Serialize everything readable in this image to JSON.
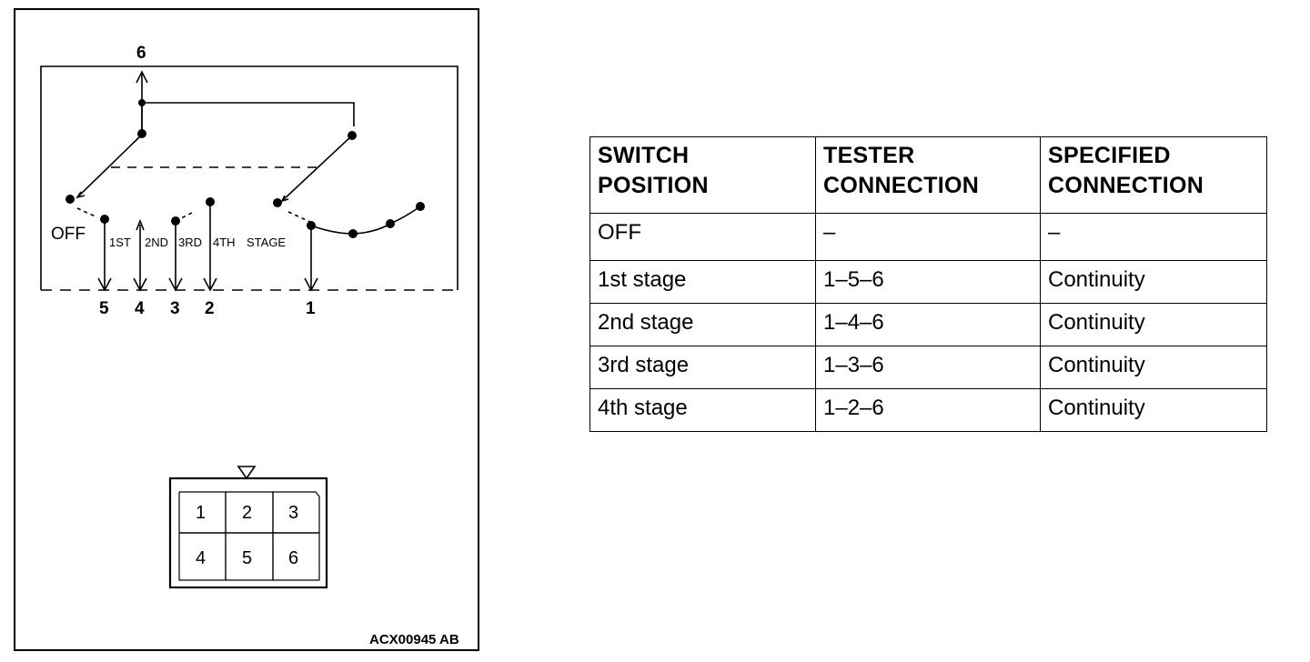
{
  "diagram": {
    "terminal_labels": [
      "6",
      "5",
      "4",
      "3",
      "2",
      "1"
    ],
    "position_labels": [
      "OFF",
      "1ST",
      "2ND",
      "3RD",
      "4TH",
      "STAGE"
    ],
    "connector_pins": [
      "1",
      "2",
      "3",
      "4",
      "5",
      "6"
    ],
    "figure_code": "ACX00945 AB",
    "line_color": "#000000"
  },
  "table": {
    "headers": [
      [
        "SWITCH",
        "POSITION"
      ],
      [
        "TESTER",
        "CONNECTION"
      ],
      [
        "SPECIFIED",
        "CONNECTION"
      ]
    ],
    "rows": [
      [
        "OFF",
        "–",
        "–"
      ],
      [
        "1st stage",
        "1–5–6",
        "Continuity"
      ],
      [
        "2nd stage",
        "1–4–6",
        "Continuity"
      ],
      [
        "3rd stage",
        "1–3–6",
        "Continuity"
      ],
      [
        "4th stage",
        "1–2–6",
        "Continuity"
      ]
    ]
  }
}
